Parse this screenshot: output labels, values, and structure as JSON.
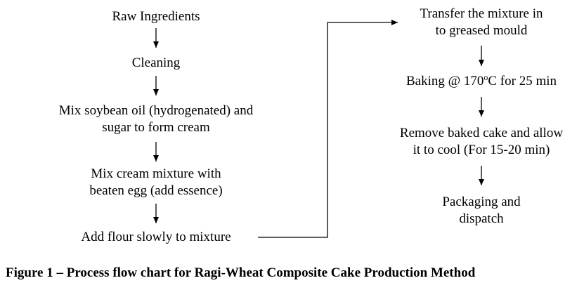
{
  "left_column": [
    {
      "lines": [
        "Raw Ingredients"
      ]
    },
    {
      "lines": [
        "Cleaning"
      ]
    },
    {
      "lines": [
        "Mix soybean oil (hydrogenated) and",
        "sugar to form cream"
      ]
    },
    {
      "lines": [
        "Mix cream mixture with",
        "beaten egg (add essence)"
      ]
    },
    {
      "lines": [
        "Add flour slowly to mixture"
      ]
    }
  ],
  "right_column": [
    {
      "lines": [
        "Transfer the mixture in",
        "to greased mould"
      ]
    },
    {
      "baking": {
        "prefix": "Baking @ 170",
        "sup": "o",
        "suffix": "C for 25 min"
      }
    },
    {
      "lines": [
        "Remove baked cake and allow",
        "it to cool (For 15-20 min)"
      ]
    },
    {
      "lines": [
        "Packaging and",
        "dispatch"
      ]
    }
  ],
  "caption": "Figure 1 – Process flow chart for Ragi-Wheat Composite Cake Production Method"
}
